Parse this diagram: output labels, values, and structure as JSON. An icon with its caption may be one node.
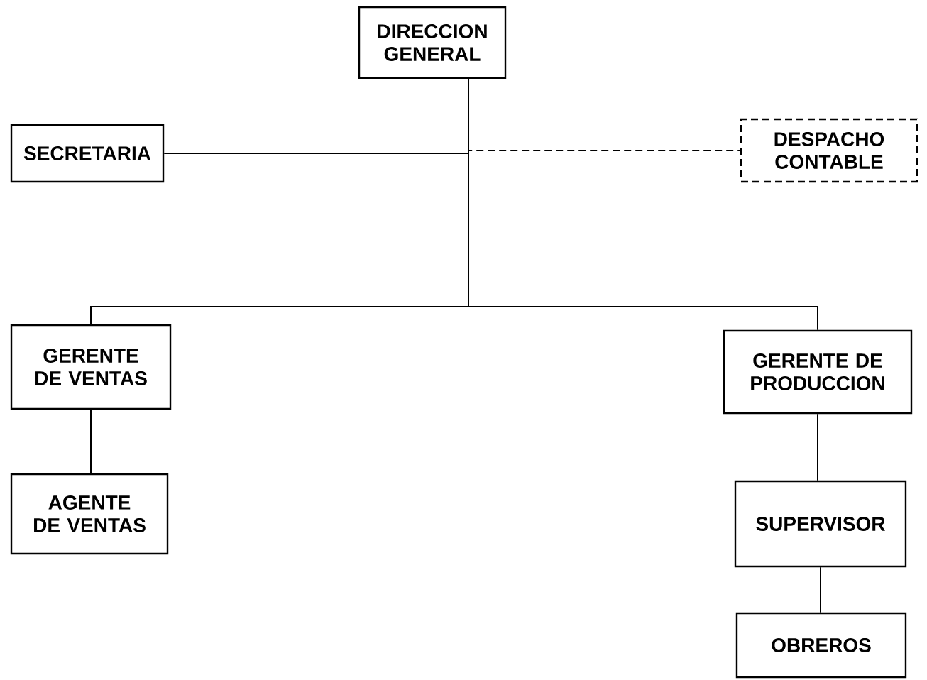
{
  "diagram": {
    "nodes": [
      {
        "text": [
          "DIRECCION GENERAL"
        ]
      },
      {
        "text": [
          "SECRETARIA"
        ]
      },
      {
        "text": [
          "DESPACHO CONTABLE"
        ]
      },
      {
        "text": [
          "GERENTE DE VENTAS"
        ]
      },
      {
        "text": [
          "GERENTE DE PRODUCCION"
        ]
      },
      {
        "text": [
          "AGENTE DE VENTAS"
        ]
      },
      {
        "text": [
          "SUPERVISOR"
        ]
      },
      {
        "text": [
          "OBREROS"
        ]
      }
    ],
    "edges": [
      {
        "from": 0,
        "to": 1,
        "arrow": "none"
      },
      {
        "from": 0,
        "to": 2,
        "arrow": "none",
        "style": "dashed"
      },
      {
        "from": 0,
        "to": 3,
        "arrow": "none"
      },
      {
        "from": 0,
        "to": 4,
        "arrow": "none"
      },
      {
        "from": 3,
        "to": 5,
        "arrow": "none"
      },
      {
        "from": 4,
        "to": 6,
        "arrow": "none"
      },
      {
        "from": 6,
        "to": 7,
        "arrow": "none"
      }
    ]
  }
}
